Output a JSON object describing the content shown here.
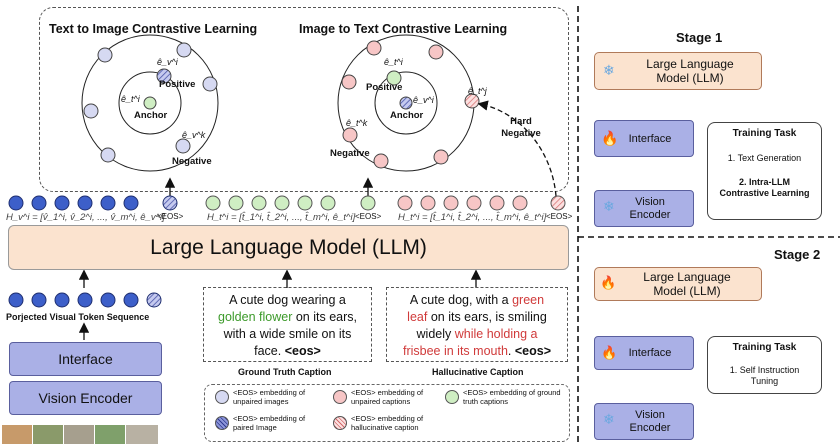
{
  "contrastive": {
    "t2i_title": "Text to Image Contrastive Learning",
    "i2t_title": "Image to Text Contrastive Learning",
    "t2i_labels": {
      "positive": "Positive",
      "anchor": "Anchor",
      "negative": "Negative",
      "anchor_sym": "ê_t^i",
      "positive_sym": "ê_v^i",
      "negative_sym": "ê_v^k"
    },
    "i2t_labels": {
      "positive": "Positive",
      "anchor": "Anchor",
      "negative": "Negative",
      "hard_negative": "Hard Negative",
      "anchor_sym": "ê_v^i",
      "positive_sym": "ê_t^i",
      "negative_sym": "ê_t^k",
      "hard_sym": "ê_t^j"
    }
  },
  "tokens": {
    "visual_formula": "H_v^i = [v̂_1^i, v̂_2^i, ..., v̂_m^i, ê_v^i]",
    "gt_formula": "H_t^i = [t̂_1^i, t̂_2^i, ..., t̂_m^i, ê_t^i]",
    "halluc_formula": "H_t^i = [t̂_1^i, t̂_2^i, ..., t̂_m^i, ê_t^i]",
    "eos_label": "<EOS>"
  },
  "llm_main": "Large Language Model (LLM)",
  "left_stack": {
    "token_seq_label": "Porjected Visual Token Sequence",
    "interface": "Interface",
    "vision_encoder": "Vision Encoder"
  },
  "captions": {
    "gt": {
      "parts": [
        "A cute dog wearing a",
        "golden flower",
        "on its ears,",
        "with a wide smile on its",
        "face.",
        "<eos>"
      ],
      "label": "Ground Truth Caption"
    },
    "halluc": {
      "parts": [
        "A cute dog, with a",
        "green",
        "leaf",
        "on its ears, is smiling",
        "widely",
        "while holding a",
        "frisbee in its mouth",
        ".",
        "<eos>"
      ],
      "label": "Hallucinative Caption"
    }
  },
  "legend": [
    {
      "text": "<EOS> embedding of unpaired images",
      "color": "#d6d9f2",
      "hatched": false
    },
    {
      "text": "<EOS> embedding of unpaired captions",
      "color": "#f7c6c6",
      "hatched": false
    },
    {
      "text": "<EOS> embedding of ground truth captions",
      "color": "#cfeec3",
      "hatched": false
    },
    {
      "text": "<EOS> embedding of paired Image",
      "color": "#8c95d9",
      "hatched": true
    },
    {
      "text": "<EOS> embedding of hallucinative caption",
      "color": "#f7c6c6",
      "hatched": true
    }
  ],
  "stage1": {
    "title": "Stage 1",
    "llm": "Large Language Model (LLM)",
    "interface": "Interface",
    "vision_encoder": "Vision Encoder",
    "task_title": "Training Task",
    "task_1": "1. Text Generation",
    "task_2": "2. Intra-LLM Contrastive Learning"
  },
  "stage2": {
    "title": "Stage 2",
    "llm": "Large Language Model (LLM)",
    "interface": "Interface",
    "vision_encoder": "Vision Encoder",
    "task_title": "Training Task",
    "task_1": "1. Self Instruction Tuning"
  },
  "colors": {
    "blue_token": "#3d5fc9",
    "green_token": "#cfeec3",
    "red_token": "#f7c6c6",
    "llm_fill": "#fbe3cf",
    "interface_fill": "#aab0e6"
  },
  "icons": {
    "frozen": "snowflake-icon",
    "trainable": "fire-icon"
  }
}
